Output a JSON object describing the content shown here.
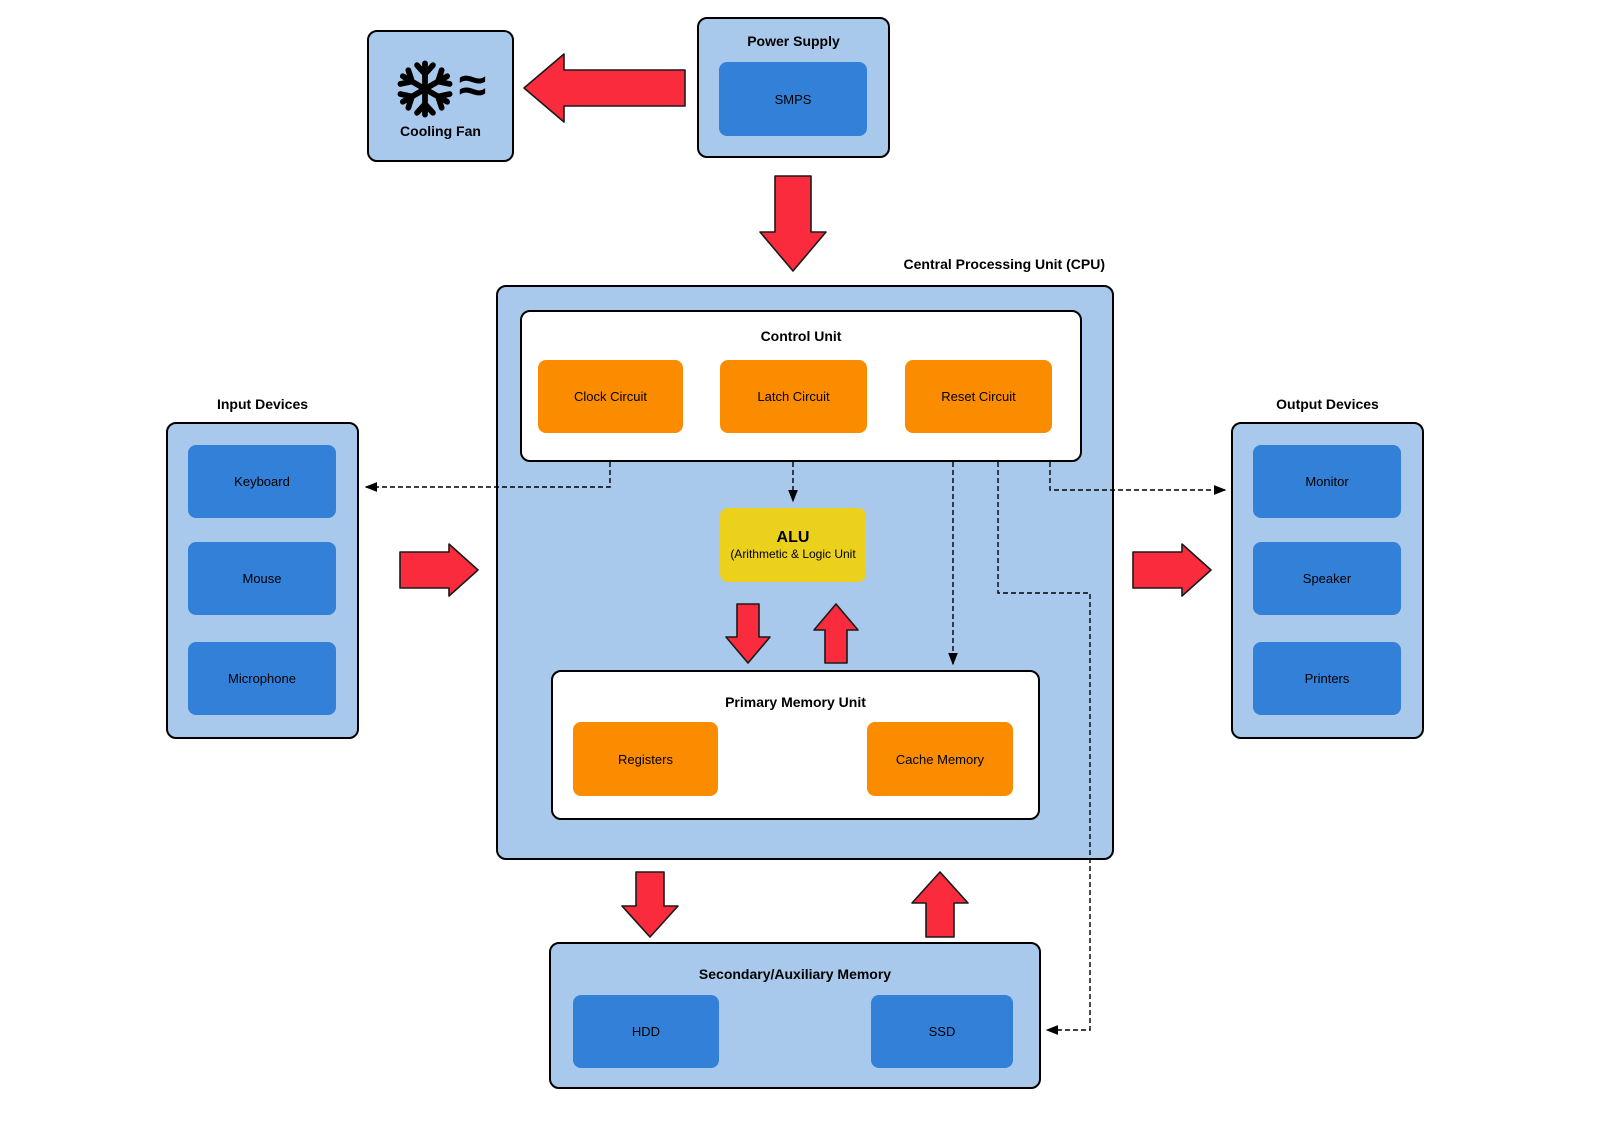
{
  "colors": {
    "panel_fill": "#A9C9EC",
    "node_blue": "#3380D8",
    "node_orange": "#FB8C00",
    "node_yellow": "#EBD01C",
    "arrow_red": "#FA2B3D",
    "line_black": "#000000"
  },
  "nodes": {
    "cooling_fan": {
      "label": "Cooling Fan",
      "airflow_icon": "≈"
    },
    "power_supply": {
      "title": "Power Supply",
      "smps": "SMPS"
    },
    "cpu": {
      "title": "Central Processing Unit (CPU)",
      "control_unit": {
        "title": "Control Unit",
        "clock": "Clock Circuit",
        "latch": "Latch Circuit",
        "reset": "Reset Circuit"
      },
      "alu": {
        "title": "ALU",
        "subtitle": "(Arithmetic & Logic Unit"
      },
      "primary_memory": {
        "title": "Primary Memory Unit",
        "registers": "Registers",
        "cache": "Cache Memory"
      }
    },
    "input_devices": {
      "title": "Input Devices",
      "items": [
        "Keyboard",
        "Mouse",
        "Microphone"
      ]
    },
    "output_devices": {
      "title": "Output Devices",
      "items": [
        "Monitor",
        "Speaker",
        "Printers"
      ]
    },
    "secondary_memory": {
      "title": "Secondary/Auxiliary Memory",
      "hdd": "HDD",
      "ssd": "SSD"
    }
  }
}
